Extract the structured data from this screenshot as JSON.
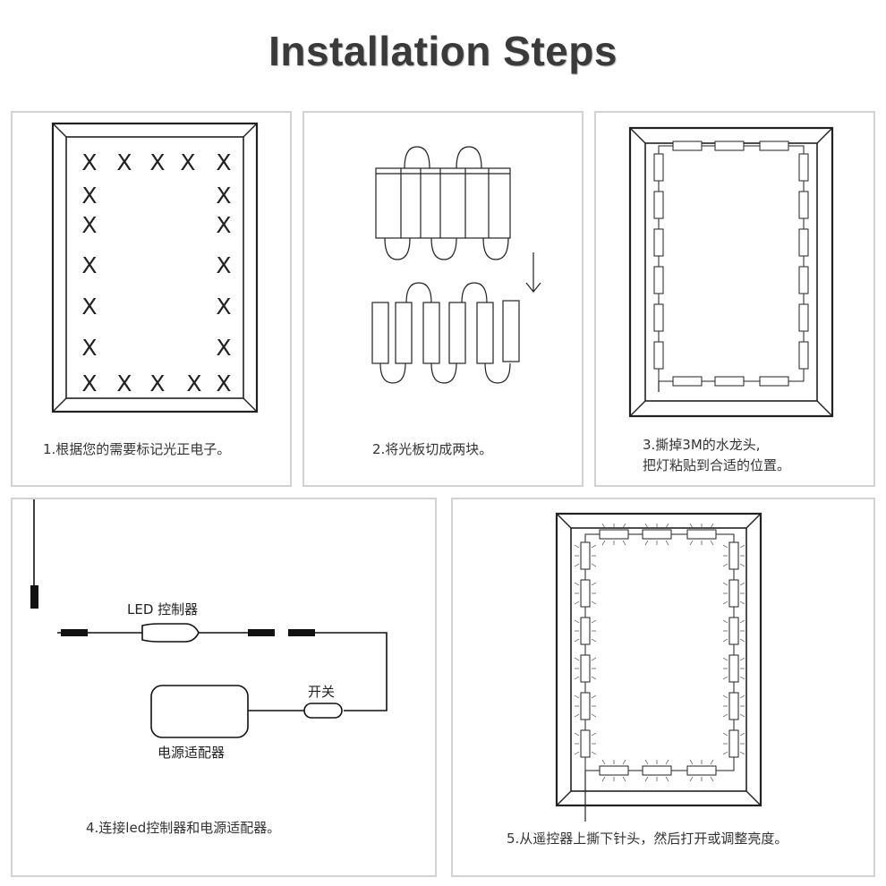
{
  "title": "Installation Steps",
  "steps": [
    {
      "caption": "1.根据您的需要标记光正电子。"
    },
    {
      "caption": "2.将光板切成两块。"
    },
    {
      "caption_line1": "3.撕掉3M的水龙头,",
      "caption_line2": "把灯粘贴到合适的位置。"
    },
    {
      "caption": "4.连接led控制器和电源适配器。",
      "controller_label": "LED 控制器",
      "switch_label": "开关",
      "adapter_label": "电源适配器"
    },
    {
      "caption": "5.从遥控器上撕下针头，然后打开或调整亮度。"
    }
  ],
  "mark_glyph": "X",
  "colors": {
    "line": "#222222",
    "panel_border": "#d2d2d2",
    "title": "#3a3a3a"
  }
}
